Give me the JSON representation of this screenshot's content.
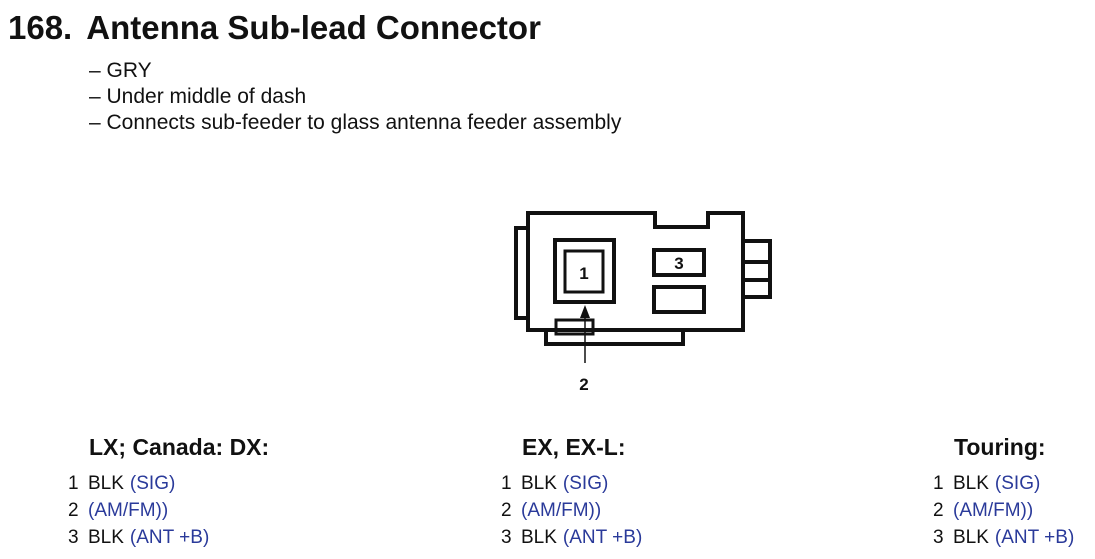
{
  "header": {
    "number": "168.",
    "title": "Antenna Sub-lead Connector"
  },
  "notes": [
    "– GRY",
    "– Under middle of dash",
    "– Connects sub-feeder to glass antenna feeder assembly"
  ],
  "connector": {
    "cavity_labels": [
      "1",
      "3"
    ],
    "pointer_label": "2"
  },
  "variants": [
    {
      "title": "LX; Canada: DX:",
      "pins": [
        {
          "num": "1",
          "color": "BLK",
          "circuit": "(SIG)"
        },
        {
          "num": "2",
          "color": "",
          "circuit": "(AM/FM))"
        },
        {
          "num": "3",
          "color": "BLK",
          "circuit": "(ANT +B)"
        }
      ]
    },
    {
      "title": "EX, EX-L:",
      "pins": [
        {
          "num": "1",
          "color": "BLK",
          "circuit": "(SIG)"
        },
        {
          "num": "2",
          "color": "",
          "circuit": "(AM/FM))"
        },
        {
          "num": "3",
          "color": "BLK",
          "circuit": "(ANT +B)"
        }
      ]
    },
    {
      "title": "Touring:",
      "pins": [
        {
          "num": "1",
          "color": "BLK",
          "circuit": "(SIG)"
        },
        {
          "num": "2",
          "color": "",
          "circuit": "(AM/FM))"
        },
        {
          "num": "3",
          "color": "BLK",
          "circuit": "(ANT +B)"
        }
      ]
    }
  ],
  "colors": {
    "text": "#111111",
    "circuit_text": "#2a3a9a"
  }
}
